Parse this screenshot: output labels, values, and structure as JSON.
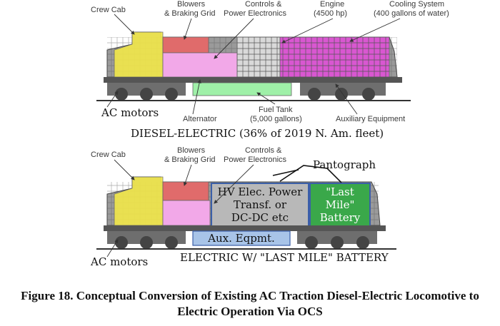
{
  "diagram_top": {
    "labels": {
      "crew_cab": "Crew Cab",
      "blowers_1": "Blowers",
      "blowers_2": "& Braking Grid",
      "controls_1": "Controls &",
      "controls_2": "Power Electronics",
      "engine_1": "Engine",
      "engine_2": "(4500 hp)",
      "cooling_1": "Cooling System",
      "cooling_2": "(400 gallons of water)",
      "ac_motors": "AC motors",
      "alternator": "Alternator",
      "fuel_1": "Fuel Tank",
      "fuel_2": "(5,000 gallons)",
      "aux": "Auxiliary Equipment",
      "title": "DIESEL-ELECTRIC (36% of 2019 N. Am. fleet)"
    }
  },
  "diagram_bottom": {
    "labels": {
      "crew_cab": "Crew Cab",
      "blowers_1": "Blowers",
      "blowers_2": "& Braking Grid",
      "controls_1": "Controls &",
      "controls_2": "Power Electronics",
      "pantograph": "Pantograph",
      "hv_1": "HV Elec. Power",
      "hv_2": "Transf. or",
      "hv_3": "DC-DC etc",
      "battery_1": "\"Last",
      "battery_2": "Mile\"",
      "battery_3": "Battery",
      "aux": "Aux. Eqpmt.",
      "ac_motors": "AC motors",
      "title": "ELECTRIC W/ \"LAST MILE\" BATTERY"
    }
  },
  "caption": {
    "line1": "Figure 18. Conceptual Conversion of Existing AC Traction Diesel-Electric Locomotive to",
    "line2": "Electric Operation Via OCS"
  },
  "colors": {
    "cab": "#f2e84a",
    "blowers": "#e06b6b",
    "controls": "#f2a8e8",
    "engine": "#d9d9d9",
    "cooling": "#e050d8",
    "fuel": "#9ff0a8",
    "hv_box": "#b8b8b8",
    "battery": "#3aa84a",
    "aux_box": "#a8c4e8",
    "body": "#8a8a8a"
  }
}
